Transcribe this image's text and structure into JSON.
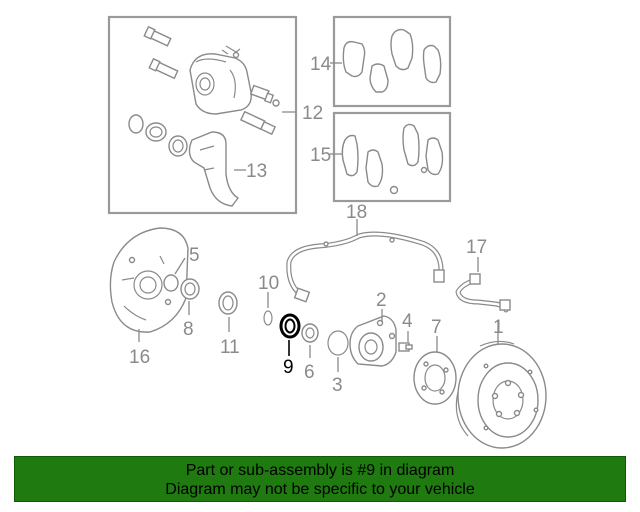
{
  "diagram": {
    "callouts": {
      "c1": "1",
      "c2": "2",
      "c3": "3",
      "c4": "4",
      "c5": "5",
      "c6": "6",
      "c7": "7",
      "c8": "8",
      "c9": "9",
      "c10": "10",
      "c11": "11",
      "c12": "12",
      "c13": "13",
      "c14": "14",
      "c15": "15",
      "c16": "16",
      "c17": "17",
      "c18": "18"
    },
    "highlighted_part": "9",
    "colors": {
      "line": "#8a8a8a",
      "highlight": "#000000",
      "banner_bg": "#1f7a10"
    }
  },
  "banner": {
    "line1": "Part or sub-assembly is #9 in diagram",
    "line2": "Diagram may not be specific to your vehicle"
  }
}
